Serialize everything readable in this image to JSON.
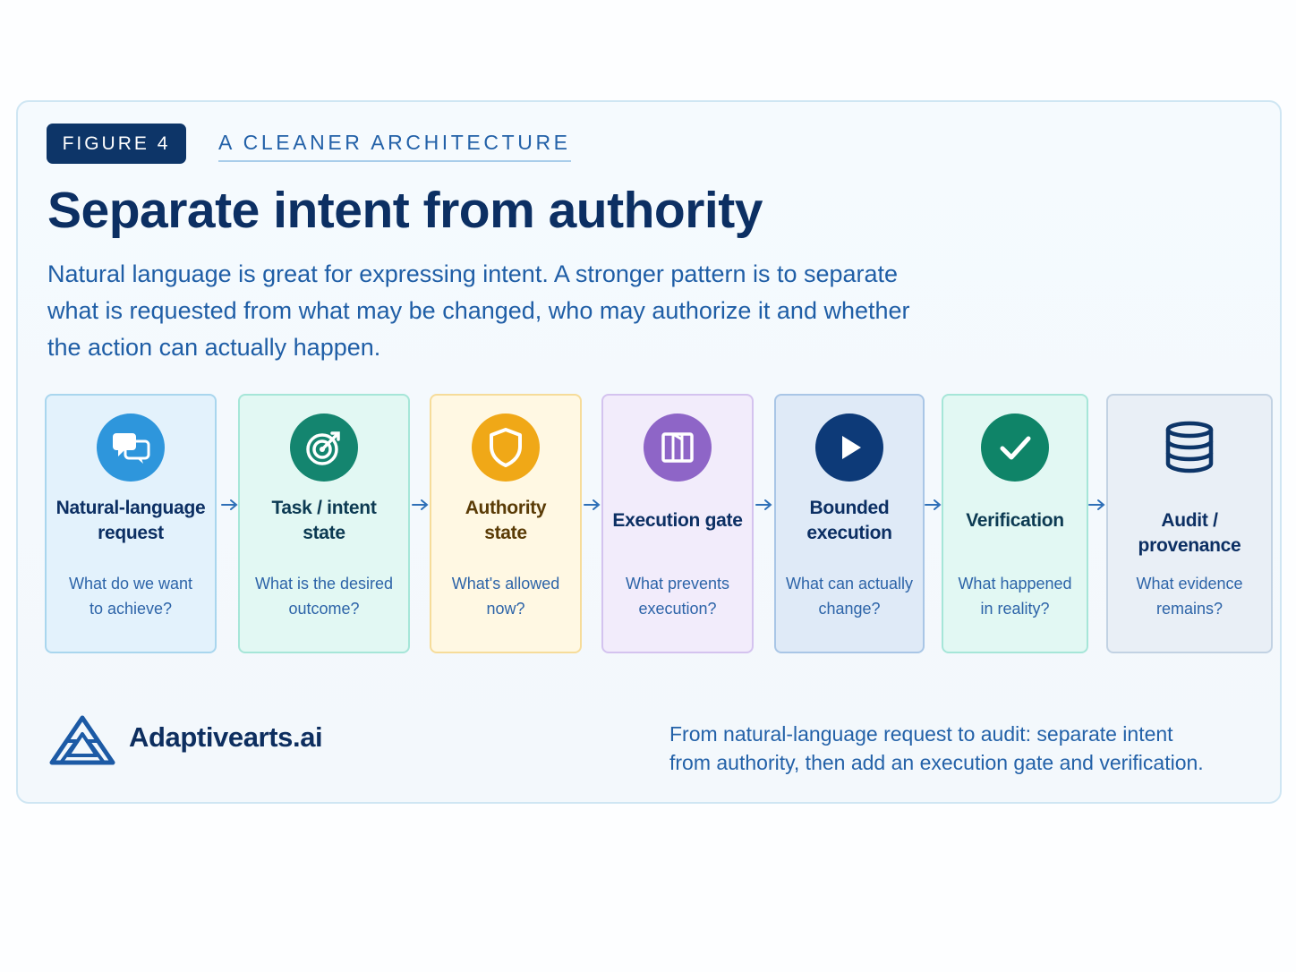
{
  "figure": {
    "badge": "FIGURE 4",
    "kicker": "A CLEANER ARCHITECTURE",
    "title": "Separate intent from authority",
    "lede_lines": [
      "Natural language is great for expressing intent. A stronger pattern is to separate",
      "what is requested from what may be changed, who may authorize it and whether",
      "the action can actually happen."
    ]
  },
  "steps": [
    {
      "line1": "Natural-language",
      "line2": "request",
      "q1": "What do we want",
      "q2": "to achieve?",
      "icon": "chat-bubbles-icon",
      "accent": "#2e96dc",
      "border": "#a9d6ee",
      "bg": "#e3f2fc",
      "text": "#0c2f63"
    },
    {
      "line1": "Task / intent",
      "line2": "state",
      "q1": "What is the desired",
      "q2": "outcome?",
      "icon": "target-icon",
      "accent": "#14856f",
      "border": "#a6e6d8",
      "bg": "#e2f8f3",
      "text": "#0c3a52"
    },
    {
      "line1": "Authority",
      "line2": "state",
      "q1": "What's allowed",
      "q2": "now?",
      "icon": "shield-icon",
      "accent": "#f0a817",
      "border": "#f6dc9a",
      "bg": "#fff8e3",
      "text": "#5a3b06"
    },
    {
      "line1": "Execution gate",
      "line2": "",
      "q1": "What prevents",
      "q2": "execution?",
      "icon": "gate-icon",
      "accent": "#8e65c7",
      "border": "#d4c3ef",
      "bg": "#f2ecfb",
      "text": "#0c2f63"
    },
    {
      "line1": "Bounded",
      "line2": "execution",
      "q1": "What can actually",
      "q2": "change?",
      "icon": "play-icon",
      "accent": "#0d3a78",
      "border": "#a9c6e6",
      "bg": "#dfeaf7",
      "text": "#0c2f63"
    },
    {
      "line1": "Verification",
      "line2": "",
      "q1": "What happened",
      "q2": "in reality?",
      "icon": "checkmark-icon",
      "accent": "#0f8468",
      "border": "#a6e6d8",
      "bg": "#e2f8f3",
      "text": "#0c3a52"
    },
    {
      "line1": "Audit / provenance",
      "line2": "",
      "q1": "What evidence",
      "q2": "remains?",
      "icon": "database-icon",
      "accent": "#0d3568",
      "border": "#c2d2e3",
      "bg": "#e9eff6",
      "text": "#0c2f63"
    }
  ],
  "footer": {
    "brand": "Adaptivearts.ai",
    "caption_lines": [
      "From natural-language request to audit: separate intent",
      "from authority, then add an execution gate and verification."
    ]
  }
}
